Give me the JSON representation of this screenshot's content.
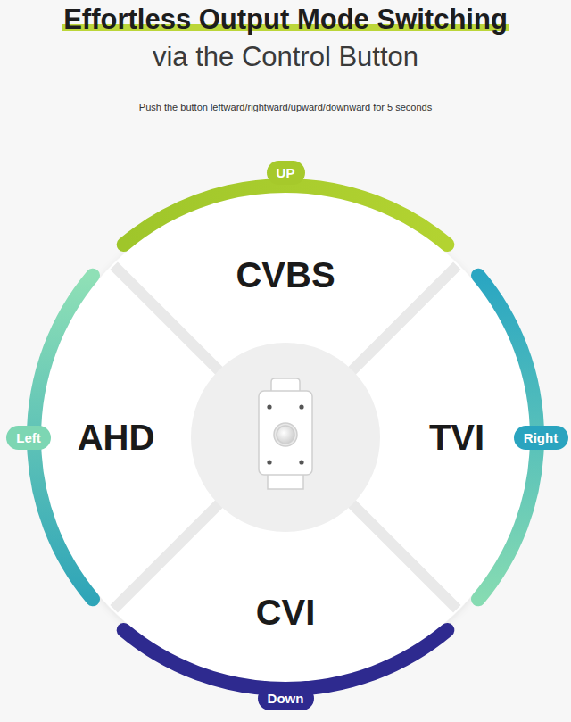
{
  "diagram": {
    "title": "Effortless Output Mode Switching",
    "nodes": [
      {
        "text": [
          "UP"
        ]
      },
      {
        "text": [
          "CVBS"
        ]
      },
      {
        "text": [
          "Left"
        ]
      },
      {
        "text": [
          "AHD"
        ]
      },
      {
        "text": [
          "TVI"
        ]
      },
      {
        "text": [
          "Right"
        ]
      },
      {
        "text": [
          "CVI"
        ]
      },
      {
        "text": [
          "Down"
        ]
      }
    ],
    "labels": [
      "via the Control Button",
      "Push the button leftward/rightward/upward/downward for 5 seconds"
    ]
  }
}
